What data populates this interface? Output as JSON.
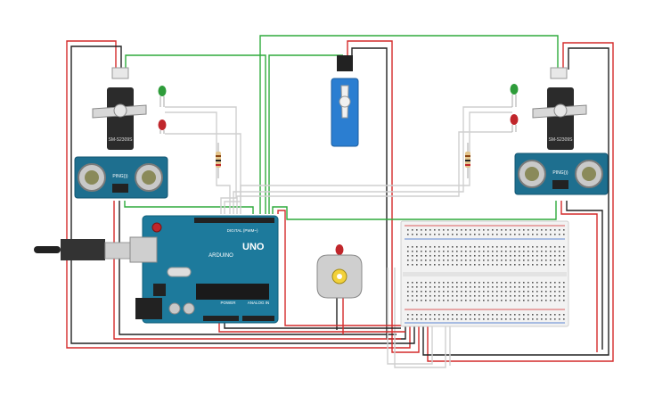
{
  "components": {
    "servo_left": {
      "model": "SM-S2309S"
    },
    "servo_right": {
      "model": "SM-S2309S"
    },
    "sensor_left": {
      "brand": "PING)))"
    },
    "sensor_right": {
      "brand": "PING)))"
    },
    "arduino": {
      "model": "UNO",
      "brand": "ARDUINO",
      "digital_header": "DIGITAL (PWM~)",
      "power_label": "POWER",
      "analog_label": "ANALOG IN"
    },
    "led_colors": {
      "green": "#2e9c3a",
      "red": "#c0262b"
    },
    "wire_colors": {
      "red": "#d42a2a",
      "black": "#222222",
      "green": "#2eaa3c",
      "white": "#d8d8d8"
    }
  }
}
